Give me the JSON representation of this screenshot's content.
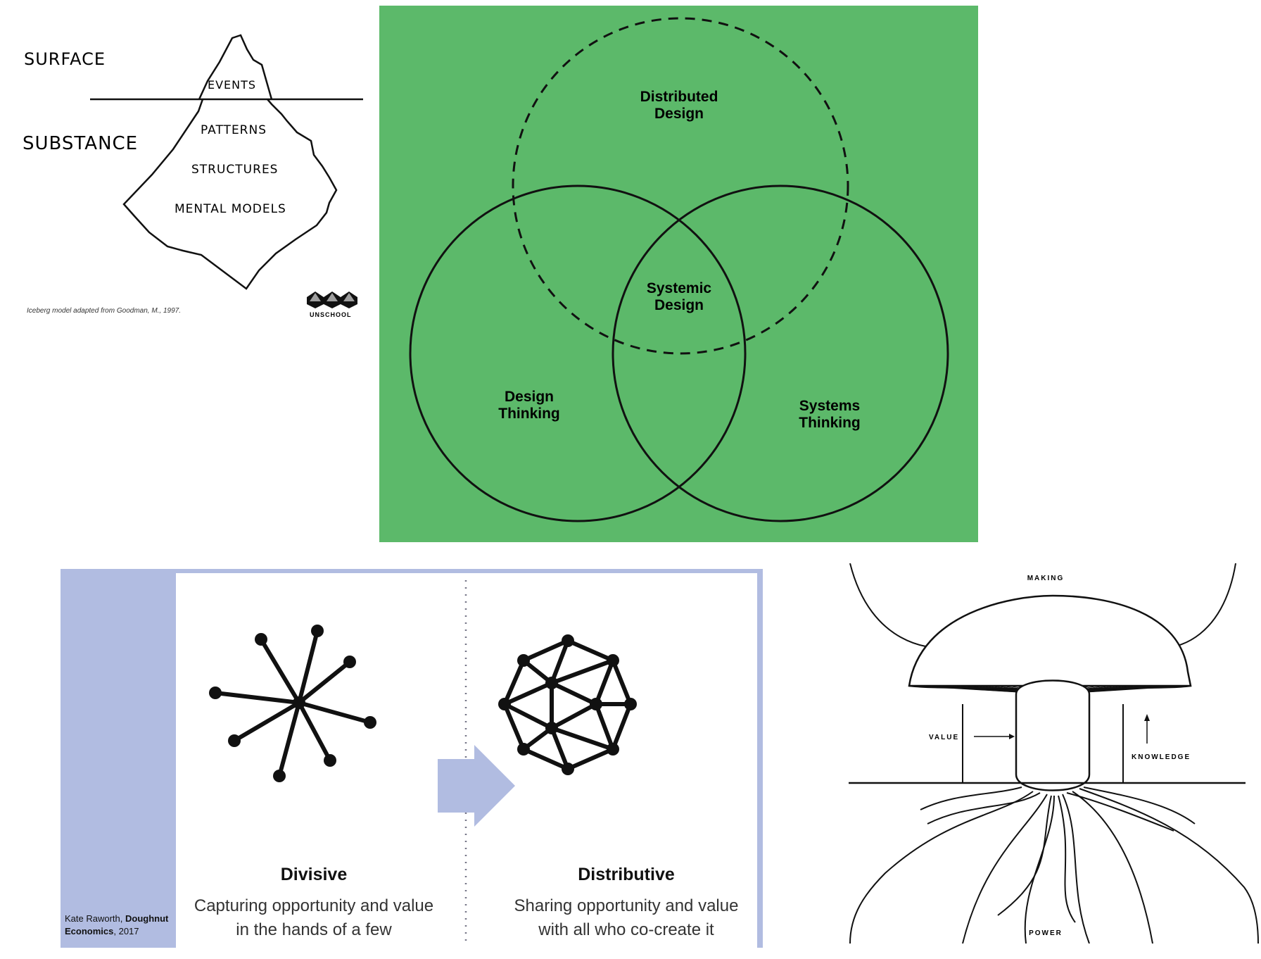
{
  "iceberg": {
    "surface_label": "SURFACE",
    "substance_label": "SUBSTANCE",
    "levels": [
      "EVENTS",
      "PATTERNS",
      "STRUCTURES",
      "MENTAL MODELS"
    ],
    "caption": "Iceberg model adapted from Goodman, M., 1997.",
    "logo_text": "UNSCHOOL"
  },
  "venn": {
    "top": "Distributed\nDesign",
    "left": "Design\nThinking",
    "right": "Systems\nThinking",
    "center": "Systemic\nDesign",
    "colors": {
      "background": "#5cb96a"
    }
  },
  "doughnut": {
    "credit_author": "Kate Raworth, ",
    "credit_title": "Doughnut Economics",
    "credit_year": ", 2017",
    "divisive": {
      "title": "Divisive",
      "desc_line1": "Capturing opportunity and value",
      "desc_line2": "in the hands of a few"
    },
    "distributive": {
      "title": "Distributive",
      "desc_line1": "Sharing opportunity and value",
      "desc_line2": "with all who co-create it"
    },
    "colors": {
      "accent": "#b1bce1"
    }
  },
  "mushroom": {
    "making": "MAKING",
    "value": "VALUE",
    "knowledge": "KNOWLEDGE",
    "power": "POWER"
  }
}
